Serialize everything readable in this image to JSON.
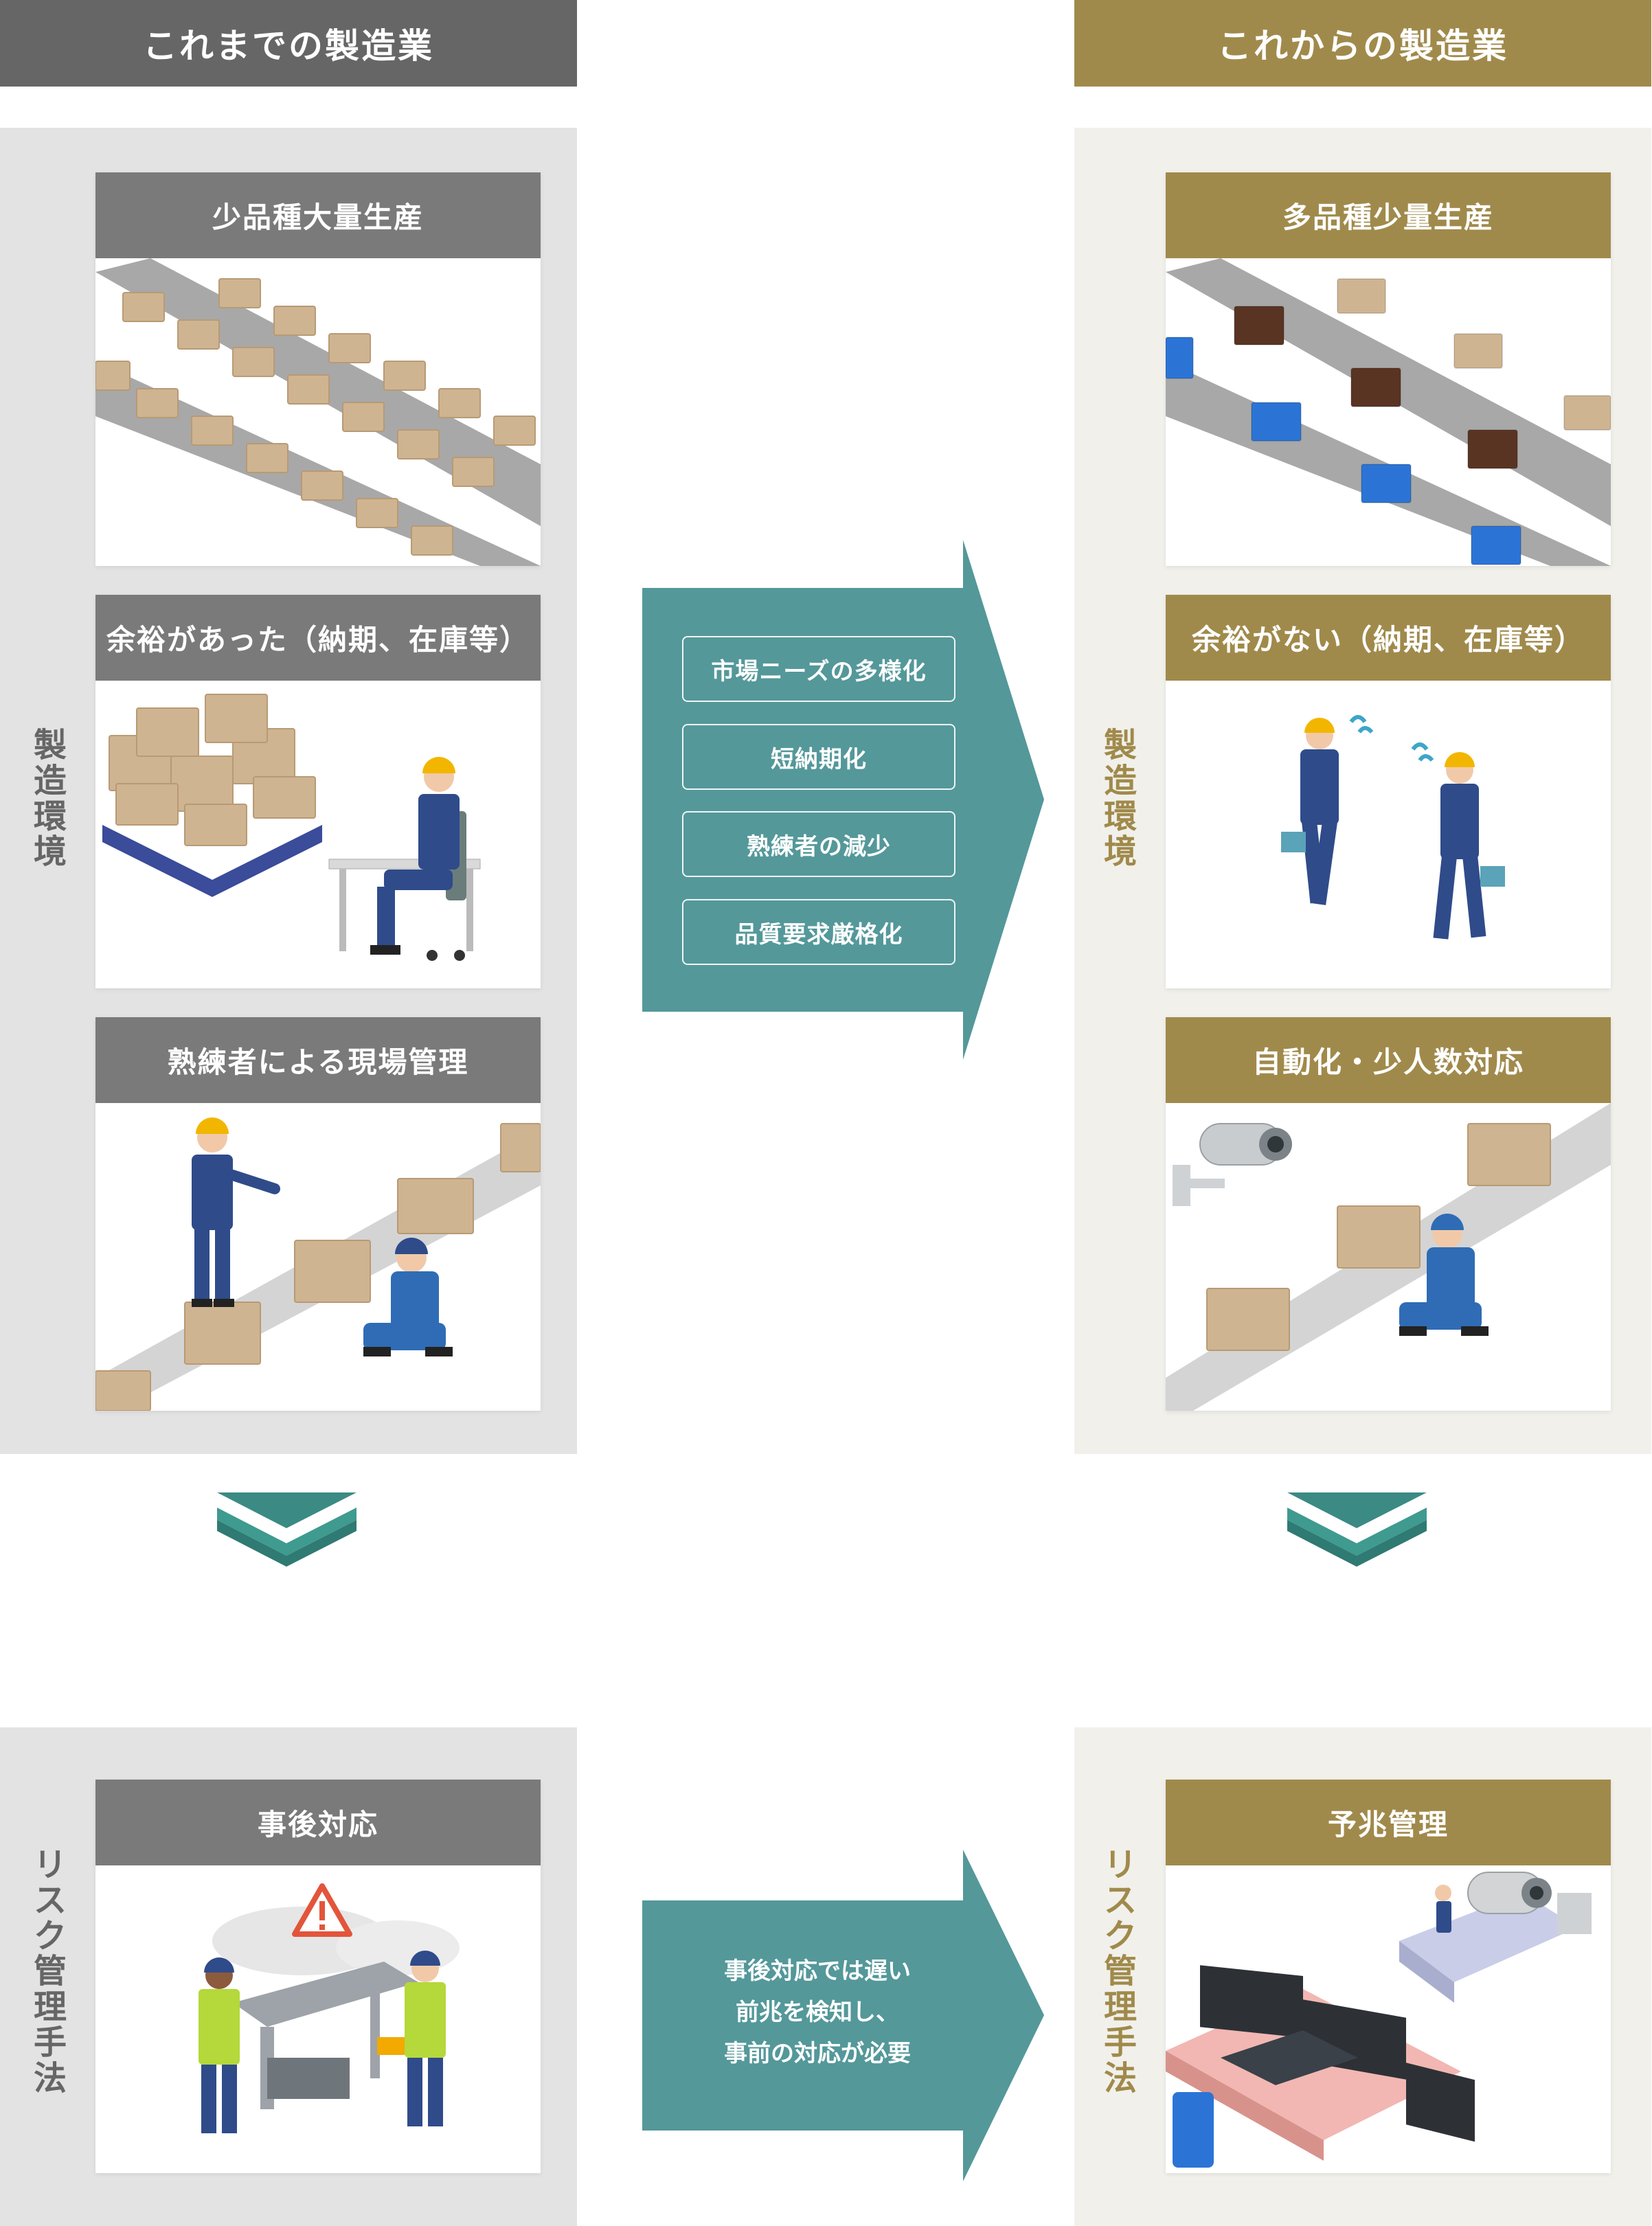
{
  "headers": {
    "old": "これまでの製造業",
    "new": "これからの製造業"
  },
  "side_labels": {
    "env": [
      "製",
      "造",
      "環",
      "境"
    ],
    "risk": [
      "リ",
      "ス",
      "ク",
      "管",
      "理",
      "手",
      "法"
    ]
  },
  "old_env_cards": [
    "少品種大量生産",
    "余裕があった（納期、在庫等）",
    "熟練者による現場管理"
  ],
  "new_env_cards": [
    "多品種少量生産",
    "余裕がない（納期、在庫等）",
    "自動化・少人数対応"
  ],
  "change_factors": [
    "市場ニーズの多様化",
    "短納期化",
    "熟練者の減少",
    "品質要求厳格化"
  ],
  "old_risk_card": "事後対応",
  "new_risk_card": "予兆管理",
  "risk_arrow_text": [
    "事後対応では遅い",
    "前兆を検知し、",
    "事前の対応が必要"
  ],
  "colors": {
    "old_header": "#666666",
    "new_header": "#a08a4b",
    "old_panel": "#e3e3e3",
    "new_panel": "#f1f0eb",
    "teal_arrow": "#54989a",
    "down_chevron": "#2f7a73"
  }
}
